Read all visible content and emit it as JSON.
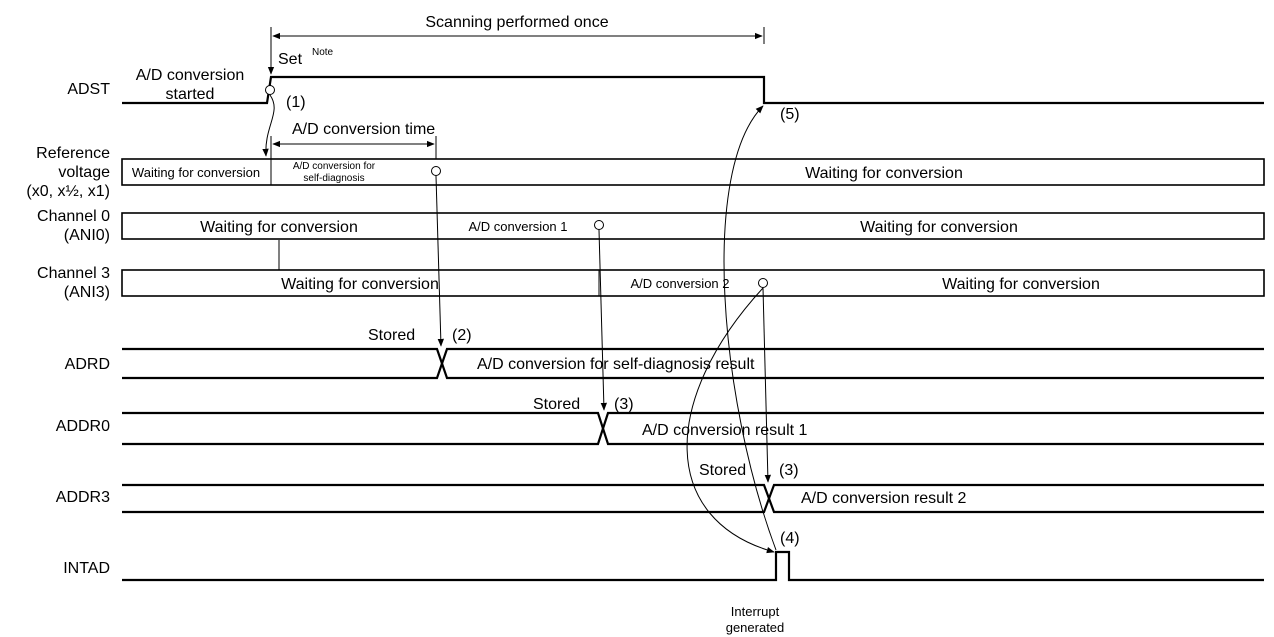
{
  "signals": {
    "adst": "ADST",
    "reference_lines": [
      "Reference",
      "voltage",
      "(x0, x½, x1)"
    ],
    "channel0_lines": [
      "Channel 0",
      "(ANI0)"
    ],
    "channel3_lines": [
      "Channel 3",
      "(ANI3)"
    ],
    "adrd": "ADRD",
    "addr0": "ADDR0",
    "addr3": "ADDR3",
    "intad": "INTAD"
  },
  "annotations": {
    "scanning": "Scanning performed once",
    "set": "Set",
    "note": "Note",
    "conversion_started_lines": [
      "A/D conversion",
      "started"
    ],
    "conversion_time": "A/D conversion time",
    "stored": "Stored",
    "interrupt_lines": [
      "Interrupt",
      "generated"
    ],
    "step1": "(1)",
    "step2": "(2)",
    "step3": "(3)",
    "step4": "(4)",
    "step5": "(5)"
  },
  "segments": {
    "waiting": "Waiting for conversion",
    "self_diag_lines": [
      "A/D conversion for",
      "self-diagnosis"
    ],
    "conv1": "A/D conversion 1",
    "conv2": "A/D conversion 2"
  },
  "results": {
    "self_diag": "A/D conversion for self-diagnosis result",
    "result1": "A/D conversion result 1",
    "result2": "A/D conversion result 2"
  }
}
